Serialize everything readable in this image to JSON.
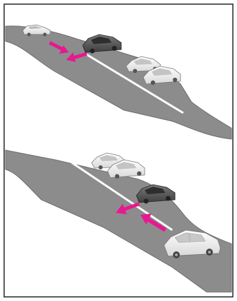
{
  "colors": {
    "road": "#8c8c8c",
    "road_edge": "#6f6f6f",
    "lane_line": "#ffffff",
    "arrow": "#e8188f",
    "car_light": "#f2f2f2",
    "car_dark": "#5a5a5a",
    "frame": "#222222"
  },
  "panels": [
    {
      "id": "top",
      "arrows": [
        "merge-arrow",
        "merge-arrow"
      ],
      "cars": [
        "merging-car",
        "dark-car",
        "parked-car",
        "parked-car"
      ]
    },
    {
      "id": "bottom",
      "arrows": [
        "merge-arrow",
        "merge-arrow"
      ],
      "cars": [
        "parked-car",
        "parked-car",
        "dark-car",
        "approaching-car"
      ]
    }
  ]
}
